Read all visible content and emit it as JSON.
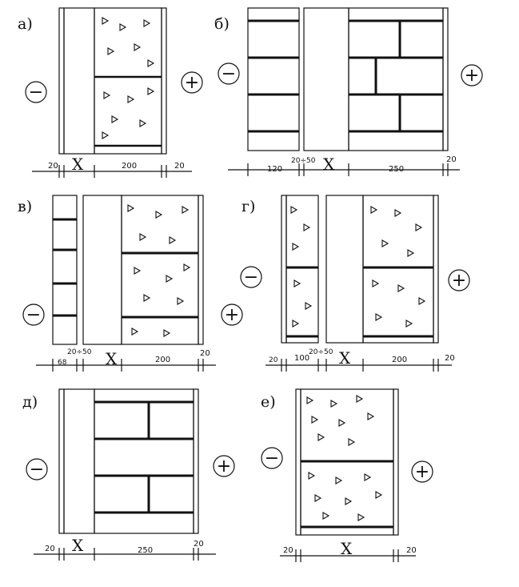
{
  "panels": {
    "a": {
      "label": "а)",
      "minus": "−",
      "plus": "+",
      "dims": {
        "d1": "20",
        "x": "X",
        "d2": "200",
        "d3": "20"
      }
    },
    "b": {
      "label": "б)",
      "minus": "−",
      "plus": "+",
      "dims": {
        "d1": "120",
        "d2": "20÷50",
        "x": "X",
        "d3": "250",
        "d4": "20"
      }
    },
    "v": {
      "label": "в)",
      "minus": "−",
      "plus": "+",
      "dims": {
        "d1": "68",
        "d2": "20÷50",
        "x": "X",
        "d3": "200",
        "d4": "20"
      }
    },
    "g": {
      "label": "г)",
      "minus": "−",
      "plus": "+",
      "dims": {
        "d0": "20",
        "d1": "100",
        "d2": "20÷50",
        "x": "X",
        "d3": "200",
        "d4": "20"
      }
    },
    "d": {
      "label": "д)",
      "minus": "−",
      "plus": "+",
      "dims": {
        "d1": "20",
        "x": "X",
        "d2": "250",
        "d3": "20"
      }
    },
    "e": {
      "label": "е)",
      "minus": "−",
      "plus": "+",
      "dims": {
        "d1": "20",
        "x": "X",
        "d2": "20"
      }
    }
  }
}
